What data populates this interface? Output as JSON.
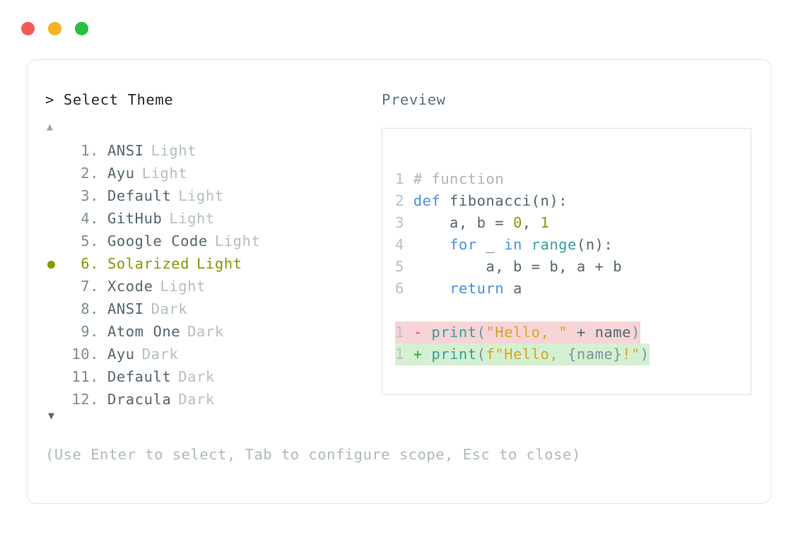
{
  "window": {
    "traffic_lights": [
      {
        "name": "close-button",
        "color": "#f15b56"
      },
      {
        "name": "minimize-button",
        "color": "#f5b324"
      },
      {
        "name": "maximize-button",
        "color": "#25c141"
      }
    ]
  },
  "left_pane": {
    "prompt_symbol": ">",
    "header": "Select Theme",
    "scroll_up_icon": "▲",
    "scroll_down_icon": "▼",
    "selected_index": 6,
    "selected_color": "#869905",
    "items": [
      {
        "index": "1.",
        "name": "ANSI",
        "variant": "Light",
        "selected": false
      },
      {
        "index": "2.",
        "name": "Ayu",
        "variant": "Light",
        "selected": false
      },
      {
        "index": "3.",
        "name": "Default",
        "variant": "Light",
        "selected": false
      },
      {
        "index": "4.",
        "name": "GitHub",
        "variant": "Light",
        "selected": false
      },
      {
        "index": "5.",
        "name": "Google Code",
        "variant": "Light",
        "selected": false
      },
      {
        "index": "6.",
        "name": "Solarized",
        "variant": "Light",
        "selected": true
      },
      {
        "index": "7.",
        "name": "Xcode",
        "variant": "Light",
        "selected": false
      },
      {
        "index": "8.",
        "name": "ANSI",
        "variant": "Dark",
        "selected": false
      },
      {
        "index": "9.",
        "name": "Atom One",
        "variant": "Dark",
        "selected": false
      },
      {
        "index": "10.",
        "name": "Ayu",
        "variant": "Dark",
        "selected": false
      },
      {
        "index": "11.",
        "name": "Default",
        "variant": "Dark",
        "selected": false
      },
      {
        "index": "12.",
        "name": "Dracula",
        "variant": "Dark",
        "selected": false
      }
    ]
  },
  "right_pane": {
    "label": "Preview",
    "code_lines": [
      {
        "n": "1",
        "tokens": [
          {
            "t": "# function",
            "c": "comment"
          }
        ]
      },
      {
        "n": "2",
        "tokens": [
          {
            "t": "def",
            "c": "kw"
          },
          {
            "t": " fibonacci",
            "c": "plain"
          },
          {
            "t": "(n):",
            "c": "plain"
          }
        ]
      },
      {
        "n": "3",
        "tokens": [
          {
            "t": "    a, b = ",
            "c": "plain"
          },
          {
            "t": "0",
            "c": "num"
          },
          {
            "t": ", ",
            "c": "plain"
          },
          {
            "t": "1",
            "c": "num"
          }
        ]
      },
      {
        "n": "4",
        "tokens": [
          {
            "t": "    ",
            "c": "plain"
          },
          {
            "t": "for",
            "c": "kw"
          },
          {
            "t": " _ ",
            "c": "plain"
          },
          {
            "t": "in",
            "c": "kw"
          },
          {
            "t": " ",
            "c": "plain"
          },
          {
            "t": "range",
            "c": "builtin"
          },
          {
            "t": "(n):",
            "c": "plain"
          }
        ]
      },
      {
        "n": "5",
        "tokens": [
          {
            "t": "        a, b = b, a + b",
            "c": "plain"
          }
        ]
      },
      {
        "n": "6",
        "tokens": [
          {
            "t": "    ",
            "c": "plain"
          },
          {
            "t": "return",
            "c": "kw"
          },
          {
            "t": " a",
            "c": "plain"
          }
        ]
      }
    ],
    "diff_lines": [
      {
        "n": "1",
        "kind": "del",
        "sign": "-",
        "tokens": [
          {
            "t": "print",
            "c": "fn"
          },
          {
            "t": "(",
            "c": "punct"
          },
          {
            "t": "\"Hello, \"",
            "c": "str"
          },
          {
            "t": " + ",
            "c": "plain"
          },
          {
            "t": "name",
            "c": "plain"
          },
          {
            "t": ")",
            "c": "punct"
          }
        ]
      },
      {
        "n": "1",
        "kind": "add",
        "sign": "+",
        "tokens": [
          {
            "t": "print",
            "c": "fn"
          },
          {
            "t": "(",
            "c": "punct"
          },
          {
            "t": "f",
            "c": "str"
          },
          {
            "t": "\"Hello, ",
            "c": "str"
          },
          {
            "t": "{name}",
            "c": "punct"
          },
          {
            "t": "!\"",
            "c": "str"
          },
          {
            "t": ")",
            "c": "punct"
          }
        ]
      }
    ]
  },
  "footer": {
    "hint": "(Use Enter to select, Tab to configure scope, Esc to close)"
  }
}
